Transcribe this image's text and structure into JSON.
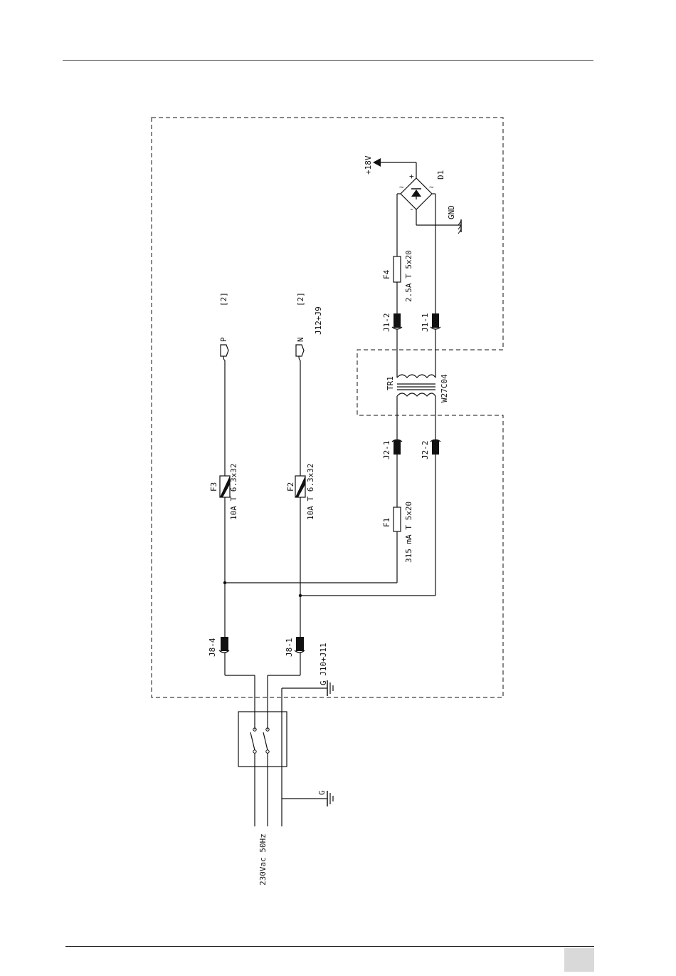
{
  "labels": {
    "plus18v": "+18V",
    "d1": "D1",
    "gnd": "GND",
    "f4_name": "F4",
    "f4_rating": "2.5A  T  5x20",
    "p_net": "P",
    "n_net": "N",
    "ref_p": "[2]",
    "ref_n": "[2]",
    "j12j9": "J12+J9",
    "j1_2": "J1-2",
    "j1_1": "J1-1",
    "tr1": "TR1",
    "tr1_part": "W27C04",
    "j2_1": "J2-1",
    "j2_2": "J2-2",
    "f3_name": "F3",
    "f3_rating": "10A  T  6.3x32",
    "f2_name": "F2",
    "f2_rating": "10A  T  6.3x32",
    "f1_name": "F1",
    "f1_rating": "315  mA  T  5x20",
    "j8_4": "J8-4",
    "j8_1": "J8-1",
    "g_j10j11": "G J10+J11",
    "g_input": "G",
    "mains": "230Vac  50Hz",
    "bridge_plus": "+",
    "bridge_minus": "-",
    "bridge_ac1": "~",
    "bridge_ac2": "~"
  }
}
